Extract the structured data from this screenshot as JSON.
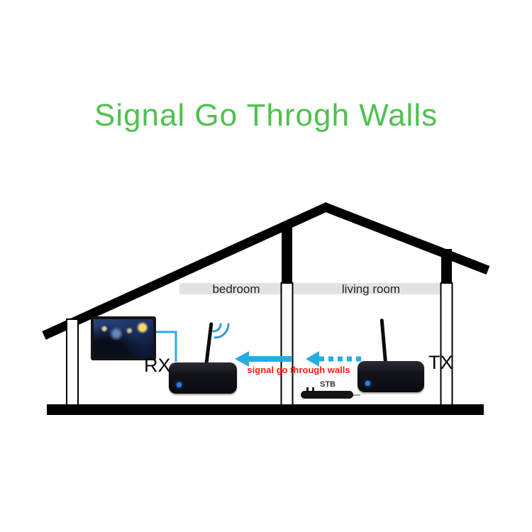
{
  "title": "Signal Go Throgh Walls",
  "rooms": {
    "bedroom": "bedroom",
    "living_room": "living room"
  },
  "devices": {
    "rx_label": "RX",
    "tx_label": "TX",
    "stb_label": "STB"
  },
  "signal_text": "signal go through walls",
  "colors": {
    "title_green": "#4fc14f",
    "signal_red": "#ff1a1a",
    "arrow_blue": "#29abe2",
    "structure_black": "#000000",
    "ceiling_gray": "#e2e2e2",
    "led_blue": "#2f7df6"
  },
  "icons": {
    "rx_wifi": "wifi-signal-arcs",
    "rx_antenna": "antenna-rod",
    "tx_antenna": "antenna-rod",
    "solid_arrow": "left-arrow-solid",
    "dashed_arrow": "left-arrow-dashed"
  }
}
